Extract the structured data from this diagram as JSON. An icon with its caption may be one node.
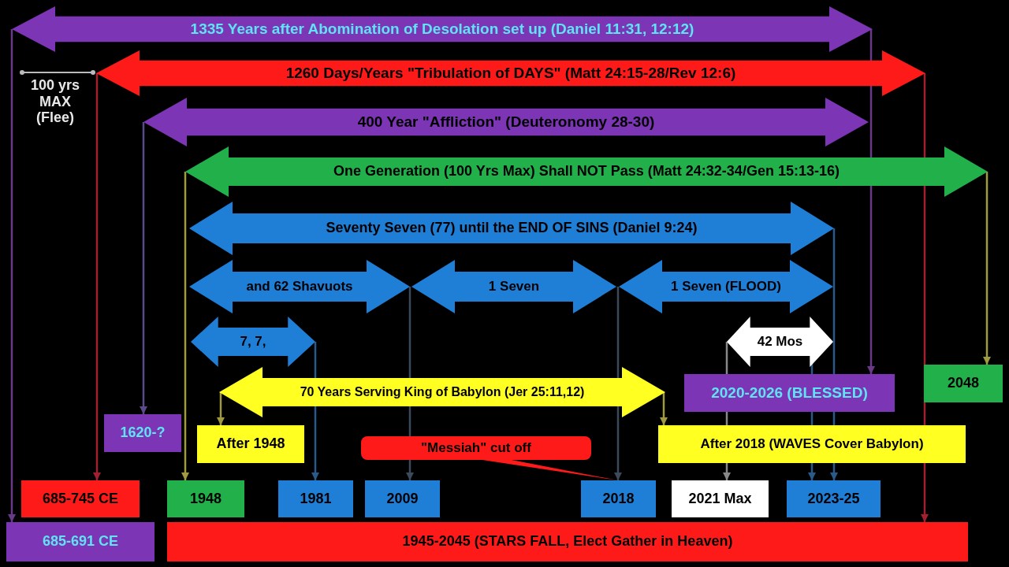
{
  "diagram": {
    "nodes": [
      {
        "text": [
          "1335 Years after Abomination of Desolation set up (Daniel 11:31, 12:12)"
        ]
      },
      {
        "text": [
          "1260 Days/Years \"Tribulation of DAYS\" (Matt 24:15-28/Rev 12:6)"
        ]
      },
      {
        "text": [
          "400 Year \"Affliction\" (Deuteronomy 28-30)"
        ]
      },
      {
        "text": [
          "One Generation (100 Yrs Max) Shall NOT Pass (Matt 24:32-34/Gen 15:13-16)"
        ]
      },
      {
        "text": [
          "Seventy Seven (77) until the END OF SINS (Daniel 9:24)"
        ]
      },
      {
        "text": [
          "and 62 Shavuots"
        ]
      },
      {
        "text": [
          "1 Seven"
        ]
      },
      {
        "text": [
          "1 Seven (FLOOD)"
        ]
      },
      {
        "text": [
          "7, 7,"
        ]
      },
      {
        "text": [
          "42 Mos"
        ]
      },
      {
        "text": [
          "70 Years Serving King of Babylon (Jer 25:11,12)"
        ]
      },
      {
        "text": [
          "2020-2026 (BLESSED)"
        ]
      },
      {
        "text": [
          "2048"
        ]
      },
      {
        "text": [
          "1620-?"
        ]
      },
      {
        "text": [
          "After 1948"
        ]
      },
      {
        "text": [
          "\"Messiah\" cut off"
        ]
      },
      {
        "text": [
          "After 2018 (WAVES Cover Babylon)"
        ]
      },
      {
        "text": [
          "685-745 CE"
        ]
      },
      {
        "text": [
          "1948"
        ]
      },
      {
        "text": [
          "1981"
        ]
      },
      {
        "text": [
          "2009"
        ]
      },
      {
        "text": [
          "2018"
        ]
      },
      {
        "text": [
          "2021 Max"
        ]
      },
      {
        "text": [
          "2023-25"
        ]
      },
      {
        "text": [
          "685-691 CE"
        ]
      },
      {
        "text": [
          "1945-2045 (STARS FALL, Elect Gather in Heaven)"
        ]
      }
    ],
    "edges": [
      {
        "from": 0,
        "to": 24,
        "arrow": "to",
        "color": "#6a3a8a"
      },
      {
        "from": 0,
        "to": 11,
        "arrow": "to",
        "color": "#6a3a8a"
      },
      {
        "from": 1,
        "to": 17,
        "arrow": "to",
        "color": "#a02030"
      },
      {
        "from": 1,
        "to": 25,
        "arrow": "to",
        "color": "#a02030"
      },
      {
        "from": 2,
        "to": 13,
        "arrow": "to",
        "color": "#5a4a8a"
      },
      {
        "from": 3,
        "to": 18,
        "arrow": "to",
        "color": "#a09a40"
      },
      {
        "from": 3,
        "to": 12,
        "arrow": "to",
        "color": "#a09a40"
      },
      {
        "from": 4,
        "to": 23,
        "arrow": "to",
        "color": "#2a5a8a"
      },
      {
        "from": 5,
        "to": 20,
        "arrow": "to",
        "color": "#3a4a5a"
      },
      {
        "from": 6,
        "to": 21,
        "arrow": "to",
        "color": "#3a4a5a"
      },
      {
        "from": 8,
        "to": 19,
        "arrow": "to",
        "color": "#2a5a8a"
      },
      {
        "from": 10,
        "to": 14,
        "arrow": "to",
        "color": "#a09a40"
      },
      {
        "from": 10,
        "to": 16,
        "arrow": "to",
        "color": "#a09a40"
      },
      {
        "from": 9,
        "to": 22,
        "arrow": "to",
        "color": "#888888"
      },
      {
        "from": 9,
        "to": 23,
        "arrow": "to",
        "color": "#2a5a8a"
      },
      {
        "from": 15,
        "to": 21,
        "arrow": "none",
        "color": "#ff1a1a"
      }
    ],
    "labels": [
      "100 yrs MAX (Flee)"
    ]
  }
}
